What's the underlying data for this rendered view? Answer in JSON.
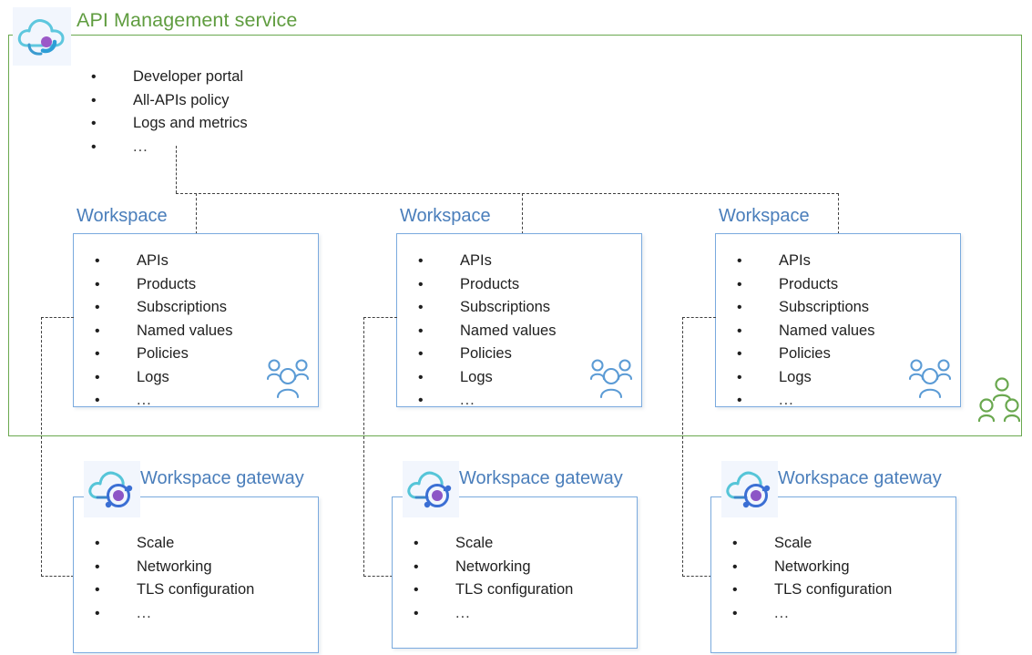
{
  "service": {
    "title": "API Management service",
    "icon": "api-management-cloud-icon",
    "accent_color": "#5f9c3f",
    "border_color": "#6aa84f",
    "bullets": [
      "Developer portal",
      "All-APIs policy",
      "Logs and metrics",
      "..."
    ],
    "people_icon": "service-people-icon"
  },
  "workspace_title": "Workspace",
  "workspace_accent": "#4a7ebb",
  "workspace_bullets": [
    "APIs",
    "Products",
    "Subscriptions",
    "Named values",
    "Policies",
    "Logs",
    "..."
  ],
  "workspaces": [
    {
      "title": "Workspace",
      "people_icon": "workspace-people-icon"
    },
    {
      "title": "Workspace",
      "people_icon": "workspace-people-icon"
    },
    {
      "title": "Workspace",
      "people_icon": "workspace-people-icon"
    }
  ],
  "gateway_title": "Workspace gateway",
  "gateway_bullets": [
    "Scale",
    "Networking",
    "TLS configuration",
    "..."
  ],
  "gateways": [
    {
      "title": "Workspace gateway",
      "icon": "workspace-gateway-cloud-icon"
    },
    {
      "title": "Workspace gateway",
      "icon": "workspace-gateway-cloud-icon"
    },
    {
      "title": "Workspace gateway",
      "icon": "workspace-gateway-cloud-icon"
    }
  ],
  "connectors": {
    "style": "dashed",
    "color": "#404040",
    "service_to_workspaces": "bus from API Management service down to all three workspaces",
    "workspace_to_gateway": "each workspace links left and down to its workspace gateway"
  }
}
